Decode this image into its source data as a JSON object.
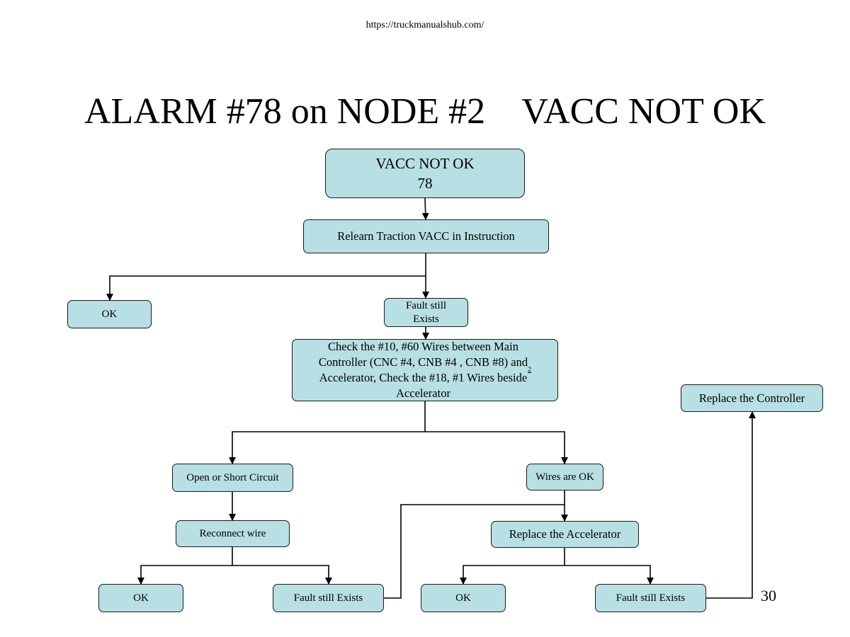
{
  "header": {
    "url": "https://truckmanualshub.com/"
  },
  "slide": {
    "title": "ALARM #78 on NODE #2    VACC NOT OK",
    "page_number": "30"
  },
  "flowchart": {
    "nodes": {
      "alarm": "VACC NOT OK\n78",
      "relearn": "Relearn Traction VACC in Instruction",
      "ok_top": "OK",
      "fault_top": "Fault still\nExists",
      "check_wires": "Check the #10, #60 Wires between Main\nController (CNC #4, CNB #4 , CNB #8) and\nAccelerator, Check the #18, #1 Wires beside\nAccelerator",
      "check_wires_ref": "2",
      "open_short": "Open or Short Circuit",
      "wires_ok": "Wires are OK",
      "reconnect": "Reconnect wire",
      "replace_accel": "Replace the Accelerator",
      "replace_controller": "Replace the Controller",
      "ok_left": "OK",
      "fault_left": "Fault still Exists",
      "ok_right": "OK",
      "fault_right": "Fault still Exists"
    }
  }
}
